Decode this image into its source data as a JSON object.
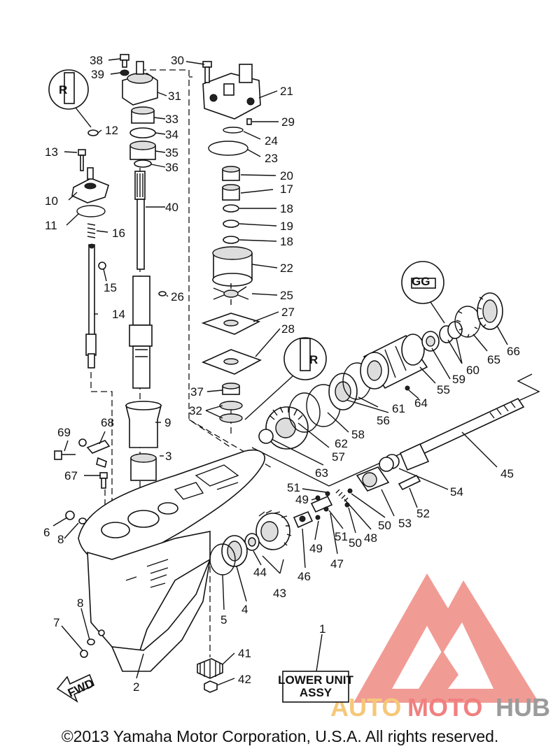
{
  "copyright": "©2013 Yamaha Motor Corporation, U.S.A. All rights reserved.",
  "assy_box": {
    "line1": "LOWER UNIT",
    "line2": "ASSY"
  },
  "fwd_label": "FWD",
  "watermark": {
    "part1": "AUTO",
    "part2": "MOTO",
    "part3": "HUB",
    "colors": {
      "triangle": "#f0908a",
      "auto": "#f5c879",
      "moto": "#f08080",
      "hub": "#9b9b9b"
    }
  },
  "callout_tags": {
    "r_top": "R",
    "gg": "GG",
    "r_mid": "R"
  },
  "part_numbers": {
    "p1": "1",
    "p2": "2",
    "p3": "3",
    "p4": "4",
    "p5": "5",
    "p6": "6",
    "p7": "7",
    "p8a": "8",
    "p8b": "8",
    "p9": "9",
    "p10": "10",
    "p11": "11",
    "p12": "12",
    "p13": "13",
    "p14": "14",
    "p15": "15",
    "p16": "16",
    "p17": "17",
    "p18a": "18",
    "p18b": "18",
    "p19": "19",
    "p20": "20",
    "p21": "21",
    "p22": "22",
    "p23": "23",
    "p24": "24",
    "p25": "25",
    "p26": "26",
    "p27": "27",
    "p28": "28",
    "p29": "29",
    "p30": "30",
    "p31": "31",
    "p32": "32",
    "p33": "33",
    "p34": "34",
    "p35": "35",
    "p36": "36",
    "p37": "37",
    "p38": "38",
    "p39": "39",
    "p40": "40",
    "p41": "41",
    "p42": "42",
    "p43": "43",
    "p44": "44",
    "p45": "45",
    "p46": "46",
    "p47": "47",
    "p48": "48",
    "p49a": "49",
    "p49b": "49",
    "p50a": "50",
    "p50b": "50",
    "p51a": "51",
    "p51b": "51",
    "p52": "52",
    "p53": "53",
    "p54": "54",
    "p55": "55",
    "p56": "56",
    "p57": "57",
    "p58": "58",
    "p59": "59",
    "p60": "60",
    "p61": "61",
    "p62": "62",
    "p63": "63",
    "p64": "64",
    "p65": "65",
    "p66": "66",
    "p67": "67",
    "p68": "68",
    "p69": "69"
  }
}
